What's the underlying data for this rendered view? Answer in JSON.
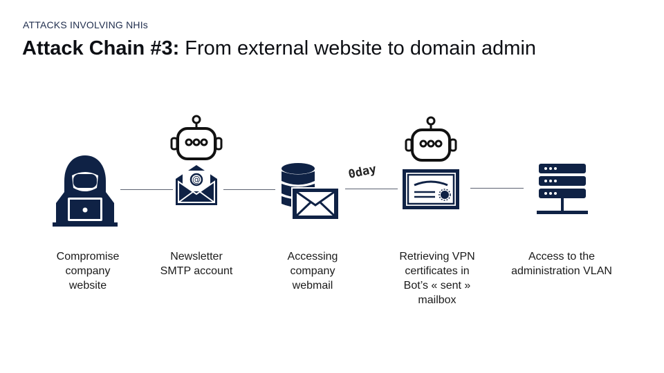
{
  "header": {
    "kicker": "ATTACKS INVOLVING NHIs",
    "title_bold": "Attack Chain #3:",
    "title_rest": " From external website to domain admin"
  },
  "chain": {
    "annotation": "0day",
    "steps": [
      {
        "label": "Compromise\ncompany\nwebsite",
        "icon": "hooded-hacker-laptop-icon"
      },
      {
        "label": "Newsletter\nSMTP account",
        "icon": "bot-email-icon"
      },
      {
        "label": "Accessing\ncompany\nwebmail",
        "icon": "database-mail-icon"
      },
      {
        "label": "Retrieving VPN\ncertificates in\nBot’s « sent »\nmailbox",
        "icon": "bot-certificate-icon"
      },
      {
        "label": "Access to the\nadministration VLAN",
        "icon": "server-network-icon"
      }
    ]
  },
  "colors": {
    "icon": "#0f2245",
    "line": "#5b6170"
  }
}
